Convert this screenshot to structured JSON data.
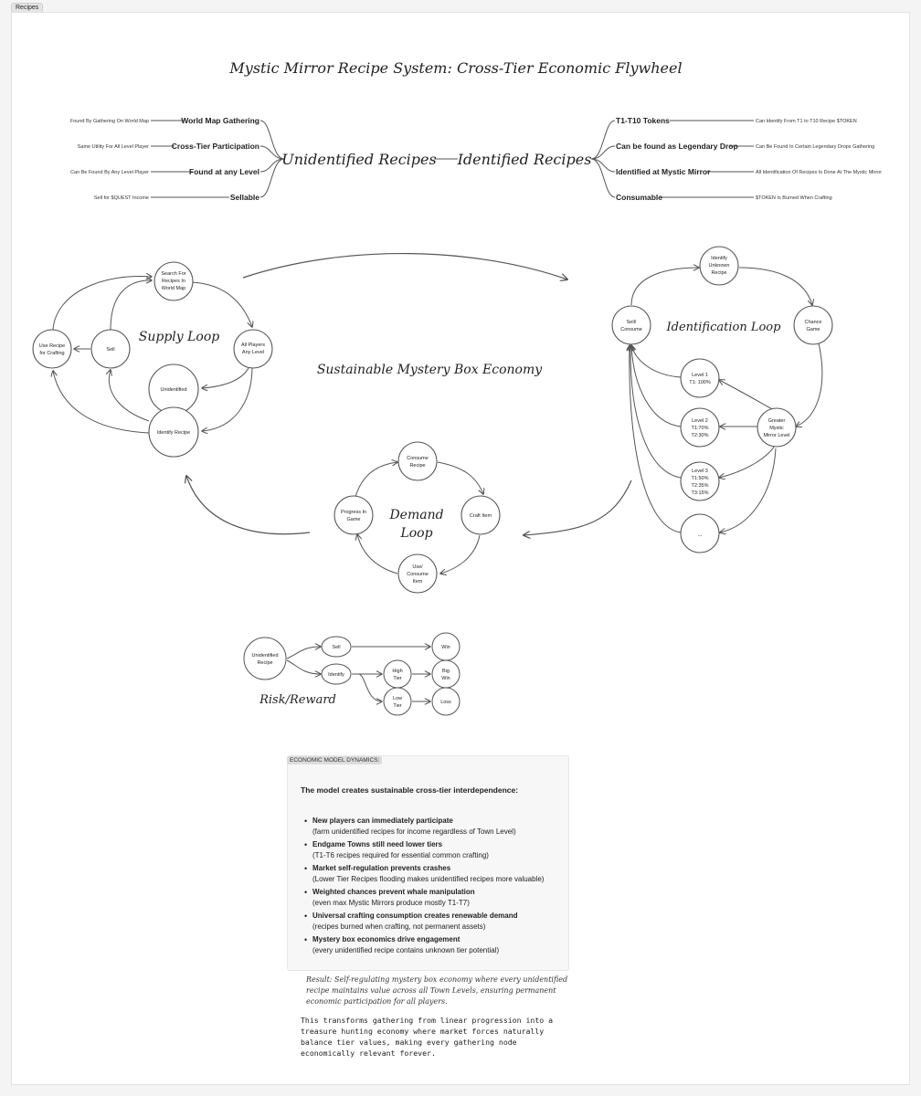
{
  "tab_label": "Recipes",
  "title": "Mystic Mirror Recipe System: Cross-Tier Economic Flywheel",
  "unidentified": {
    "label": "Unidentified Recipes",
    "branches": [
      {
        "heading": "World Map Gathering",
        "note": "Found By Gathering On World Map"
      },
      {
        "heading": "Cross-Tier Participation",
        "note": "Same Utility For All Level Player"
      },
      {
        "heading": "Found at any Level",
        "note": "Can Be Found By Any Level Player"
      },
      {
        "heading": "Sellable",
        "note": "Sell for $QUEST Income"
      }
    ]
  },
  "identified": {
    "label": "Identified Recipes",
    "branches": [
      {
        "heading": "T1-T10 Tokens",
        "note": "Can Identify From T1 to T10 Recipe $TOKEN"
      },
      {
        "heading": "Can be found as Legendary Drop",
        "note": "Can Be Found In Certain Legendary Drops Gathering"
      },
      {
        "heading": "Identified at Mystic Mirror",
        "note": "All Identification Of Recipes Is Done At The Mystic Mirror"
      },
      {
        "heading": "Consumable",
        "note": "$TOKEN Is Burned When Crafting"
      }
    ]
  },
  "supply_loop": {
    "label": "Supply Loop",
    "search": "Search For Recipes In World Map",
    "players": "All Players Any Level",
    "unidentified": "Unidentified",
    "identify": "Identify Recipe",
    "sell": "Sell",
    "use": "Use Recipe for Crafting"
  },
  "center_label": "Sustainable Mystery Box Economy",
  "identification_loop": {
    "label": "Identification Loop",
    "identify": "Identify Unknown Recipe",
    "chance": "Chance Game",
    "sell": "Sell/ Consume",
    "mirror": "Greater Mystic Mirror Level",
    "levels": [
      "Level 1 T1: 100%",
      "Level 2 T1:70% T2:30%",
      "Level 3 T1:50% T2:35% T3:15%",
      "..."
    ]
  },
  "demand_loop": {
    "label": "Demand Loop",
    "consume": "Consume Recipe",
    "craft": "Craft Item",
    "use": "Use/ Consume Item",
    "progress": "Progress In Game"
  },
  "risk_reward": {
    "label": "Risk/Reward",
    "start": "Unidentified Recipe",
    "sell": "Sell",
    "identify": "Identify",
    "high": "High Tier",
    "low": "Low Tier",
    "win": "Win",
    "big_win": "Big Win",
    "loss": "Loss"
  },
  "dynamics": {
    "tag": "ECONOMIC MODEL DYNAMICS:",
    "intro": "The model creates sustainable cross-tier interdependence:",
    "items": [
      {
        "heading": "New players can immediately participate",
        "detail": "(farm unidentified recipes for income regardless of Town Level)"
      },
      {
        "heading": "Endgame Towns still need lower tiers",
        "detail": "(T1-T6 recipes required for essential common crafting)"
      },
      {
        "heading": "Market self-regulation prevents crashes",
        "detail": "(Lower Tier Recipes flooding makes unidentified recipes more valuable)"
      },
      {
        "heading": "Weighted chances prevent whale manipulation",
        "detail": "(even max Mystic Mirrors produce mostly T1-T7)"
      },
      {
        "heading": "Universal crafting consumption creates renewable demand",
        "detail": "(recipes burned when crafting, not permanent assets)"
      },
      {
        "heading": "Mystery box economics drive engagement",
        "detail": "(every unidentified recipe contains unknown tier potential)"
      }
    ],
    "result": "Result: Self-regulating mystery box economy where every unidentified recipe maintains value across all Town Levels, ensuring permanent economic participation for all players.",
    "closing": "This transforms gathering from linear progression into a treasure hunting economy where market forces naturally balance tier values, making every gathering node economically relevant forever."
  }
}
